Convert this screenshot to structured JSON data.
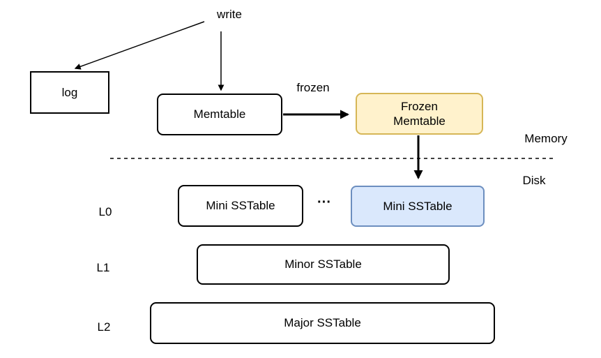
{
  "annotations": {
    "write": "write",
    "frozen": "frozen",
    "memory": "Memory",
    "disk": "Disk",
    "ellipsis": "···"
  },
  "levels": [
    {
      "label": "L0"
    },
    {
      "label": "L1"
    },
    {
      "label": "L2"
    }
  ],
  "nodes": {
    "log": {
      "label": "log"
    },
    "memtable": {
      "label": "Memtable"
    },
    "frozen_memtable": {
      "lines": [
        "Frozen",
        "Memtable"
      ],
      "fill": "#fff2cc",
      "border": "#d6b656"
    },
    "mini_sstable": {
      "label": "Mini SSTable"
    },
    "mini_sstable_highlight": {
      "label": "Mini SSTable",
      "fill": "#dae8fc",
      "border": "#6c8ebf"
    },
    "minor_sstable": {
      "label": "Minor SSTable"
    },
    "major_sstable": {
      "label": "Major SSTable"
    }
  },
  "colors": {
    "line": "#000000",
    "background": "#ffffff"
  }
}
